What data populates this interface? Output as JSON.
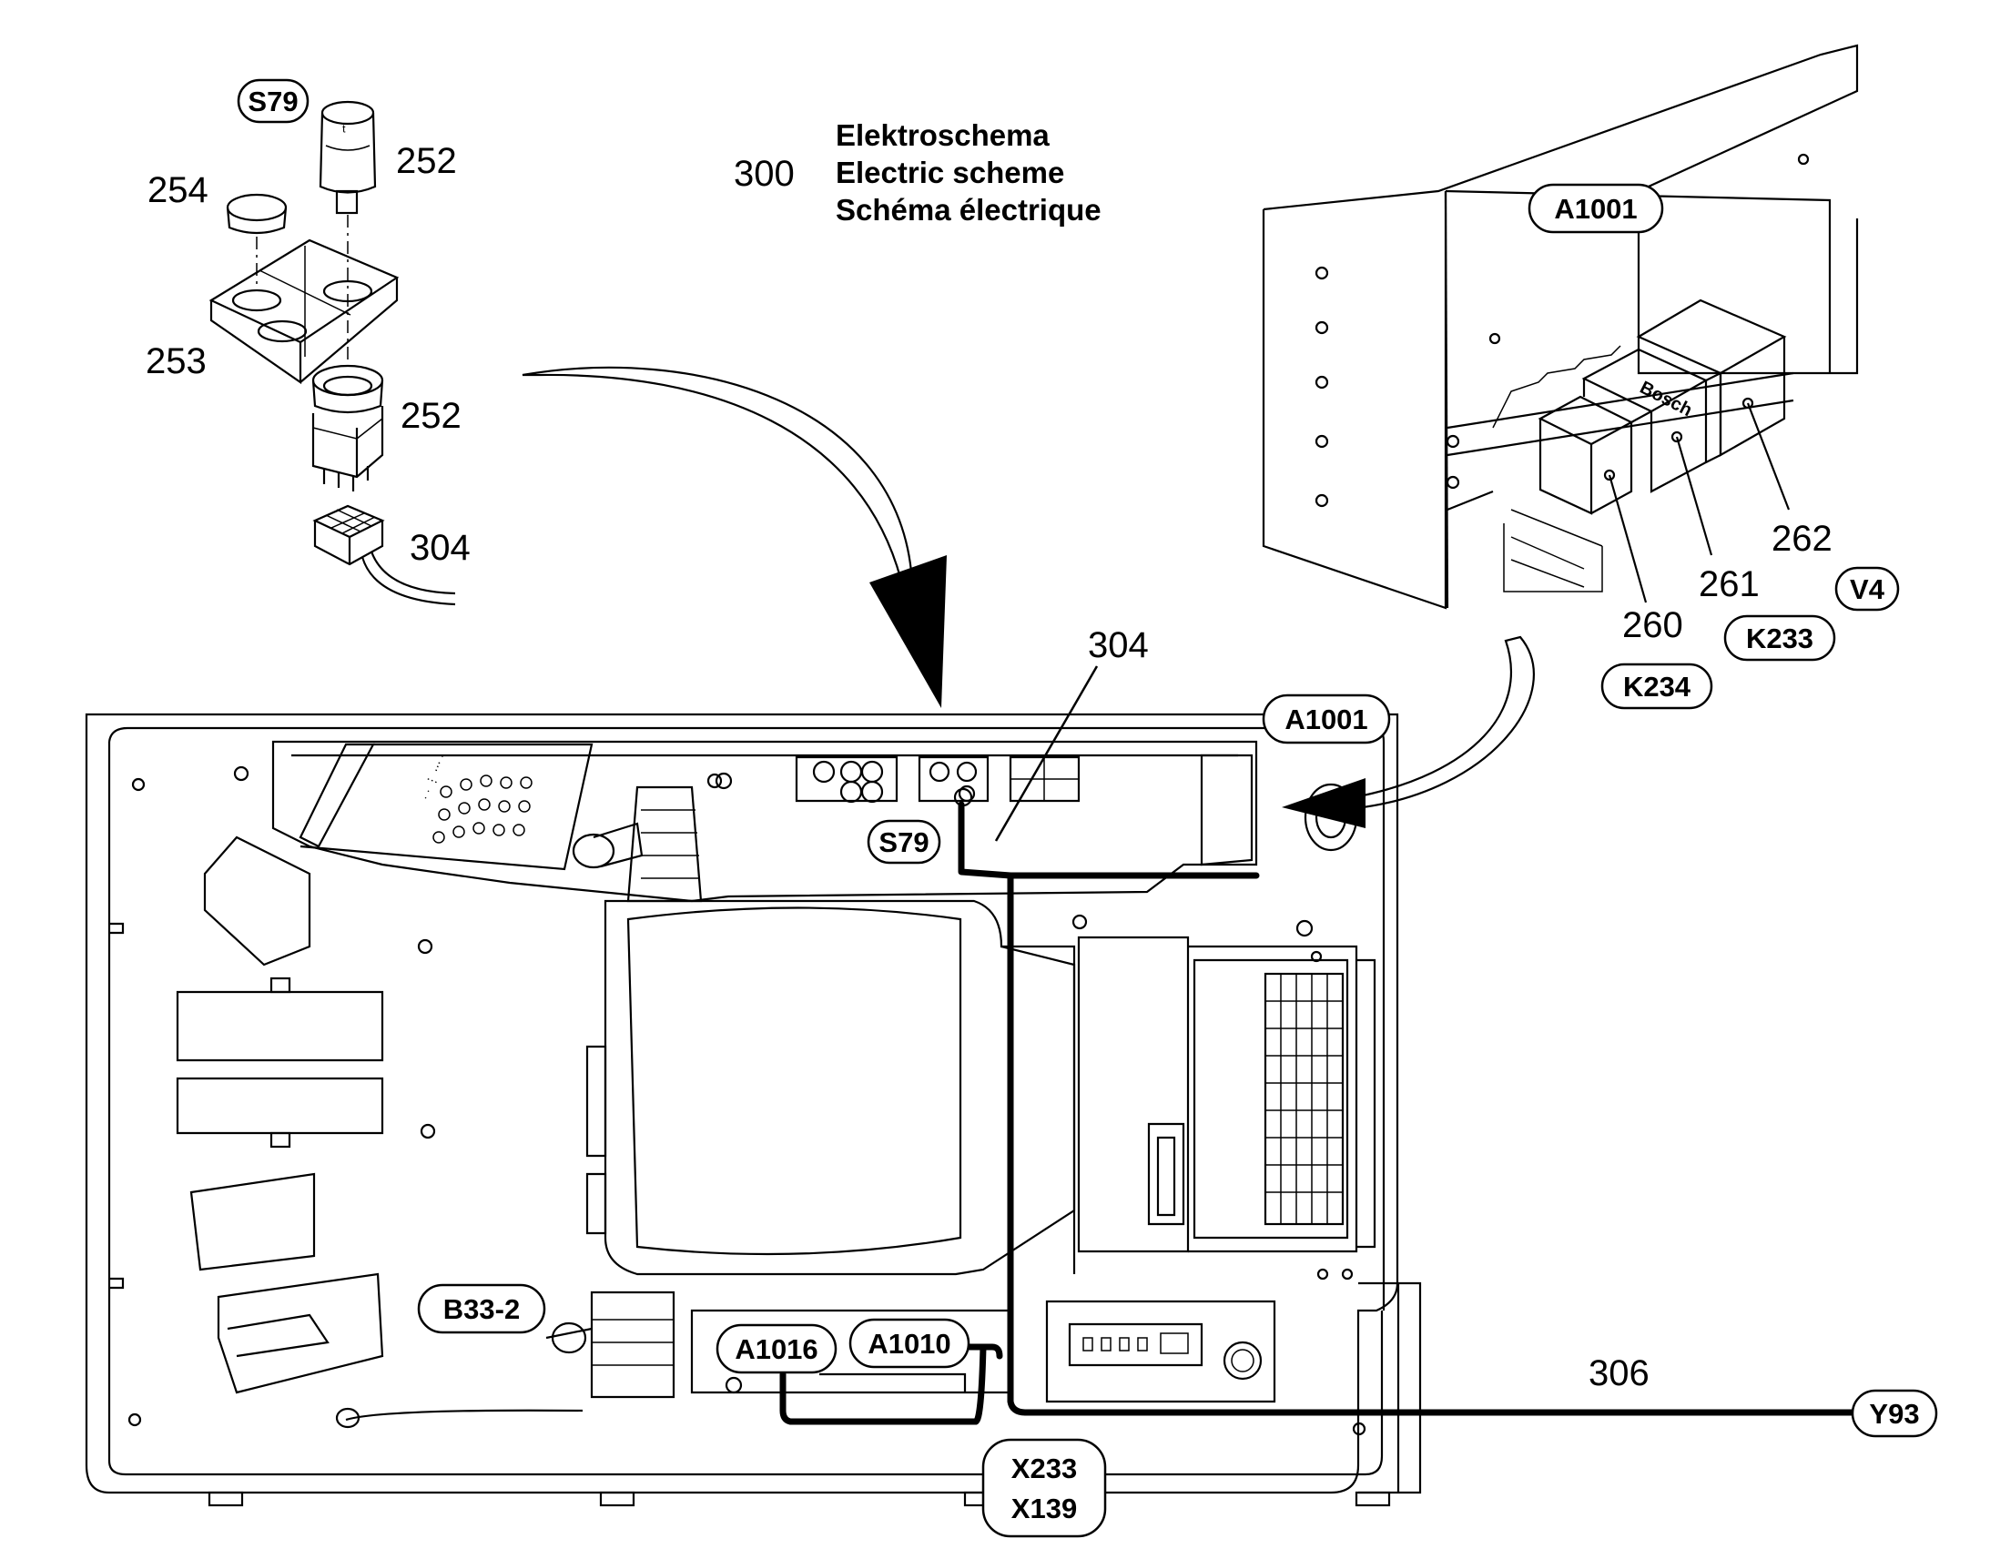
{
  "heading": {
    "ref": "300",
    "lines": [
      "Elektroschema",
      "Electric scheme",
      "Schéma électrique"
    ]
  },
  "parts": {
    "p252a": "252",
    "p254": "254",
    "p253": "253",
    "p252b": "252",
    "p304a": "304",
    "p304b": "304",
    "p262": "262",
    "p261": "261",
    "p260": "260",
    "p306": "306"
  },
  "tags": {
    "s79_top": "S79",
    "a1001_top": "A1001",
    "v4": "V4",
    "k233": "K233",
    "k234": "K234",
    "a1001_main": "A1001",
    "s79_main": "S79",
    "b33_2": "B33-2",
    "a1016": "A1016",
    "a1010": "A1010",
    "x233": "X233",
    "x139": "X139",
    "y93": "Y93"
  },
  "relay_brand": "Bosch"
}
